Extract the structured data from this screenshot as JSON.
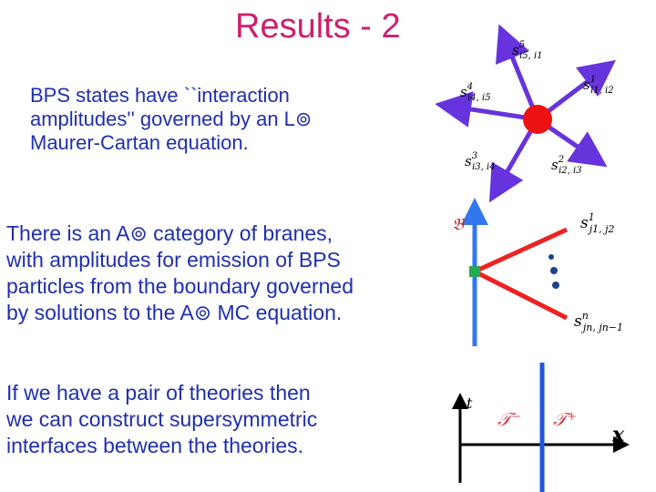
{
  "slide": {
    "title": "Results - 2",
    "paragraph1": [
      "BPS states have ``interaction",
      "amplitudes'' governed by an L⊚",
      "Maurer-Cartan equation."
    ],
    "paragraph2": [
      "There is an A⊚ category of branes,",
      "with amplitudes for emission of BPS",
      "particles from the boundary governed",
      "by solutions to the A⊚  MC equation."
    ],
    "paragraph3": [
      "If we have a pair of theories then",
      "we can construct supersymmetric",
      "interfaces between the theories."
    ]
  },
  "figure_vertex": {
    "labels": {
      "s5": {
        "base": "s",
        "sup": "5",
        "sub": "i5, i1"
      },
      "s1": {
        "base": "s",
        "sup": "1",
        "sub": "i1, i2"
      },
      "s4": {
        "base": "s",
        "sup": "4",
        "sub": "i4, i5"
      },
      "s3": {
        "base": "s",
        "sup": "3",
        "sub": "i3, i4"
      },
      "s2": {
        "base": "s",
        "sup": "2",
        "sub": "i2, i3"
      }
    },
    "colors": {
      "arrow": "#6633dd",
      "vertex": "#ee1111"
    }
  },
  "figure_boundary": {
    "boundary_label": "𝔅",
    "label_top": {
      "base": "s",
      "sup": "1",
      "sub": "j1, j2"
    },
    "label_bottom": {
      "base": "s",
      "sup": "n",
      "sub": "jn, jn−1"
    },
    "colors": {
      "boundary": "#3377ee",
      "rays": "#ee2222",
      "vertex": "#22aa55",
      "dots": "#1f3f8f"
    }
  },
  "figure_interface": {
    "t_label": "t",
    "x_label": "x",
    "left_theory": "𝒯⁻",
    "right_theory": "𝒯⁺",
    "colors": {
      "interface": "#2255dd",
      "theory_label": "#dd3344"
    }
  }
}
